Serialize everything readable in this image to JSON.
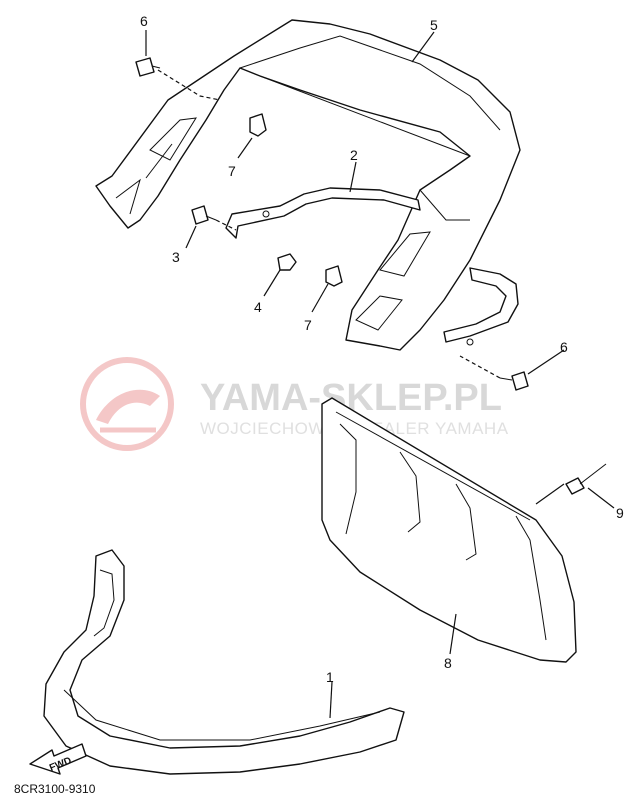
{
  "watermark": {
    "title": "YAMA-SKLEP.PL",
    "subtitle": "WOJCIECHOWSKI DEALER YAMAHA",
    "logo_color": "#e06060"
  },
  "diagram_code": "8CR3100-9310",
  "fwd_label": "FWD",
  "callouts": [
    {
      "id": "c6a",
      "text": "6"
    },
    {
      "id": "c5",
      "text": "5"
    },
    {
      "id": "c7a",
      "text": "7"
    },
    {
      "id": "c2",
      "text": "2"
    },
    {
      "id": "c3",
      "text": "3"
    },
    {
      "id": "c4",
      "text": "4"
    },
    {
      "id": "c7b",
      "text": "7"
    },
    {
      "id": "c6b",
      "text": "6"
    },
    {
      "id": "c9",
      "text": "9"
    },
    {
      "id": "c8",
      "text": "8"
    },
    {
      "id": "c1",
      "text": "1"
    }
  ]
}
